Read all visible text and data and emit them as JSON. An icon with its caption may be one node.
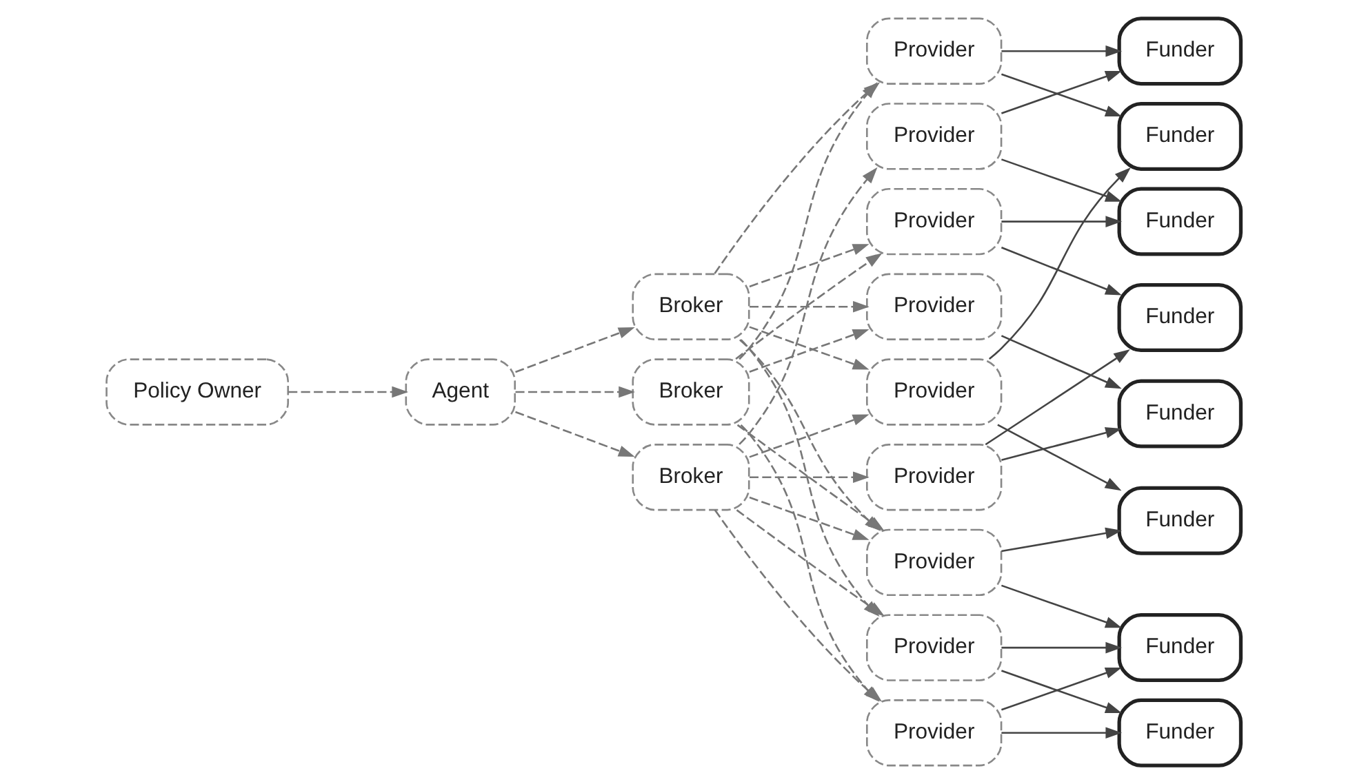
{
  "diagram": {
    "nodes": [
      {
        "text": [
          "Policy Owner"
        ]
      },
      {
        "text": [
          "Agent"
        ]
      },
      {
        "text": [
          "Broker"
        ]
      },
      {
        "text": [
          "Broker"
        ]
      },
      {
        "text": [
          "Broker"
        ]
      },
      {
        "text": [
          "Provider"
        ]
      },
      {
        "text": [
          "Provider"
        ]
      },
      {
        "text": [
          "Provider"
        ]
      },
      {
        "text": [
          "Provider"
        ]
      },
      {
        "text": [
          "Provider"
        ]
      },
      {
        "text": [
          "Provider"
        ]
      },
      {
        "text": [
          "Provider"
        ]
      },
      {
        "text": [
          "Provider"
        ]
      },
      {
        "text": [
          "Provider"
        ]
      },
      {
        "text": [
          "Funder"
        ]
      },
      {
        "text": [
          "Funder"
        ]
      },
      {
        "text": [
          "Funder"
        ]
      },
      {
        "text": [
          "Funder"
        ]
      },
      {
        "text": [
          "Funder"
        ]
      },
      {
        "text": [
          "Funder"
        ]
      },
      {
        "text": [
          "Funder"
        ]
      },
      {
        "text": [
          "Funder"
        ]
      }
    ],
    "edges": [
      {
        "from": 0,
        "to": 1,
        "arrow": "to",
        "style": "dashed",
        "color": "#777777"
      },
      {
        "from": 1,
        "to": 2,
        "arrow": "to",
        "style": "dashed",
        "color": "#777777"
      },
      {
        "from": 1,
        "to": 3,
        "arrow": "to",
        "style": "dashed",
        "color": "#777777"
      },
      {
        "from": 1,
        "to": 4,
        "arrow": "to",
        "style": "dashed",
        "color": "#777777"
      },
      {
        "from": 2,
        "to": 5,
        "arrow": "to",
        "style": "dashed",
        "color": "#777777"
      },
      {
        "from": 2,
        "to": 6,
        "arrow": "to",
        "style": "dashed",
        "color": "#777777"
      },
      {
        "from": 2,
        "to": 8,
        "arrow": "to",
        "style": "dashed",
        "color": "#777777"
      },
      {
        "from": 2,
        "to": 9,
        "arrow": "to",
        "style": "dashed",
        "color": "#777777"
      },
      {
        "from": 2,
        "to": 11,
        "arrow": "to",
        "style": "dashed",
        "color": "#777777"
      },
      {
        "from": 2,
        "to": 13,
        "arrow": "to",
        "style": "dashed",
        "color": "#777777"
      },
      {
        "from": 3,
        "to": 5,
        "arrow": "to",
        "style": "dashed",
        "color": "#777777"
      },
      {
        "from": 3,
        "to": 7,
        "arrow": "to",
        "style": "dashed",
        "color": "#777777"
      },
      {
        "from": 3,
        "to": 8,
        "arrow": "to",
        "style": "dashed",
        "color": "#777777"
      },
      {
        "from": 3,
        "to": 9,
        "arrow": "to",
        "style": "dashed",
        "color": "#777777"
      },
      {
        "from": 3,
        "to": 11,
        "arrow": "to",
        "style": "dashed",
        "color": "#777777"
      },
      {
        "from": 4,
        "to": 6,
        "arrow": "to",
        "style": "dashed",
        "color": "#777777"
      },
      {
        "from": 4,
        "to": 7,
        "arrow": "to",
        "style": "dashed",
        "color": "#777777"
      },
      {
        "from": 4,
        "to": 10,
        "arrow": "to",
        "style": "dashed",
        "color": "#777777"
      },
      {
        "from": 4,
        "to": 11,
        "arrow": "to",
        "style": "dashed",
        "color": "#777777"
      },
      {
        "from": 4,
        "to": 12,
        "arrow": "to",
        "style": "dashed",
        "color": "#777777"
      },
      {
        "from": 4,
        "to": 13,
        "arrow": "to",
        "style": "dashed",
        "color": "#777777"
      },
      {
        "from": 5,
        "to": 14,
        "arrow": "to"
      },
      {
        "from": 5,
        "to": 16,
        "arrow": "to"
      },
      {
        "from": 6,
        "to": 16,
        "arrow": "to"
      },
      {
        "from": 6,
        "to": 18,
        "arrow": "to"
      },
      {
        "from": 7,
        "to": 15,
        "arrow": "to"
      },
      {
        "from": 7,
        "to": 17,
        "arrow": "to"
      },
      {
        "from": 8,
        "to": 19,
        "arrow": "to"
      },
      {
        "from": 8,
        "to": 20,
        "arrow": "to"
      },
      {
        "from": 9,
        "to": 21,
        "arrow": "to"
      },
      {
        "from": 10,
        "to": 14,
        "arrow": "to"
      },
      {
        "from": 10,
        "to": 19,
        "arrow": "to"
      },
      {
        "from": 11,
        "to": 15,
        "arrow": "to"
      },
      {
        "from": 11,
        "to": 18,
        "arrow": "to"
      },
      {
        "from": 12,
        "to": 20,
        "arrow": "to"
      },
      {
        "from": 12,
        "to": 21,
        "arrow": "to"
      },
      {
        "from": 13,
        "to": 15,
        "arrow": "to"
      },
      {
        "from": 13,
        "to": 17,
        "arrow": "to"
      }
    ]
  }
}
